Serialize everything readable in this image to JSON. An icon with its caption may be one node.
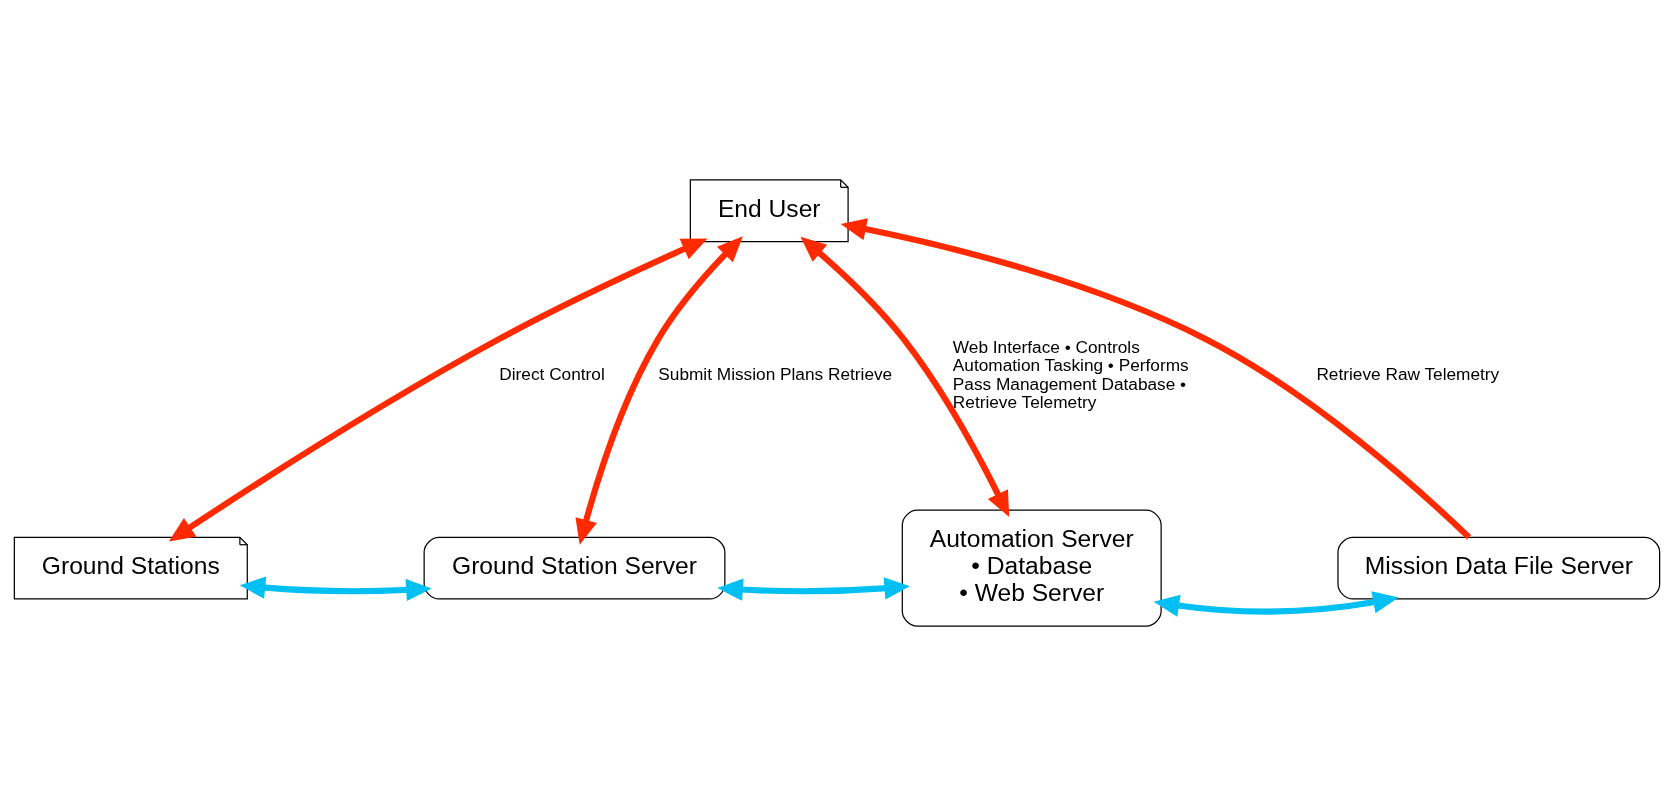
{
  "diagram": {
    "nodes": [
      {
        "text": [
          "End User"
        ]
      },
      {
        "text": [
          "Ground Stations"
        ]
      },
      {
        "text": [
          "Ground Station Server"
        ]
      },
      {
        "text": [
          "Automation Server",
          "• Database",
          "• Web Server"
        ]
      },
      {
        "text": [
          "Mission Data File Server"
        ]
      }
    ],
    "edges": [
      {
        "from": 0,
        "to": 1,
        "arrow": "both",
        "label": "Direct Control"
      },
      {
        "from": 0,
        "to": 2,
        "arrow": "both",
        "label": "Submit Mission Plans Retrieve"
      },
      {
        "from": 0,
        "to": 3,
        "arrow": "both",
        "label": "Web Interface • Controls Automation Tasking • Performs Pass Management Database • Retrieve Telemetry"
      },
      {
        "from": 4,
        "to": 0,
        "arrow": "to",
        "label": "Retrieve Raw Telemetry"
      },
      {
        "from": 1,
        "to": 2,
        "arrow": "both",
        "color": "#00bff3"
      },
      {
        "from": 2,
        "to": 3,
        "arrow": "both",
        "color": "#00bff3"
      },
      {
        "from": 3,
        "to": 4,
        "arrow": "both",
        "color": "#00bff3"
      }
    ]
  }
}
